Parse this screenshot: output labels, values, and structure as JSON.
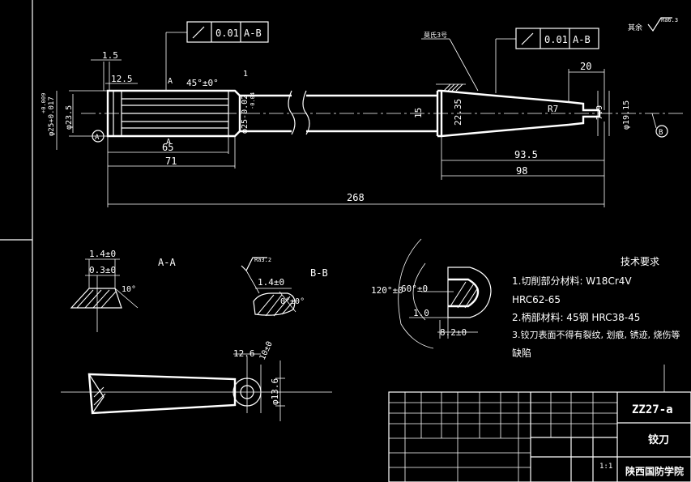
{
  "tolerance_frames": [
    {
      "value": "0.01",
      "datum": "A-B"
    },
    {
      "value": "0.01",
      "datum": "A-B"
    }
  ],
  "roughness": {
    "label": "Ra6.3",
    "prefix": "其余"
  },
  "roughness_bb": "Ra3.2",
  "main_view": {
    "dim_1_5": "1.5",
    "dim_12_5": "12.5",
    "dim_45": "45°±0°",
    "dim_1": "1",
    "dim_A": "A",
    "dim_65": "65",
    "dim_71": "71",
    "dim_268": "268",
    "dim_phi25_lower": "φ25+0.017\n+0.009",
    "dim_phi25_lower_a": "φ25+0.017",
    "dim_phi25_lower_b": "+0.009",
    "dim_23_5": "φ23.5",
    "dim_phi25_right": "φ25-0.02",
    "dim_phi25_right_b": "-0.04",
    "dim_15": "15",
    "dim_22_35": "22.35",
    "dim_morse": "莫氏3号",
    "dim_20": "20",
    "dim_R7": "R7",
    "dim_7_9": "7.9",
    "dim_19_15": "φ19.15",
    "dim_93_5": "93.5",
    "dim_98": "98",
    "datum_A": "A",
    "datum_B": "B"
  },
  "section_aa": {
    "title": "A-A",
    "dim_1_4": "1.4±0",
    "dim_0_3": "0.3±0",
    "dim_10": "10°"
  },
  "section_bb": {
    "title": "B-B",
    "dim_1_4": "1.4±0",
    "dim_0": "0°±0°"
  },
  "section_c": {
    "dim_120": "120°±0",
    "dim_60": "60°±0",
    "dim_1_0": "1.0",
    "dim_8_2": "8.2±0"
  },
  "section_d": {
    "dim_12_6": "12.6",
    "dim_10": "10±0",
    "dim_13_6": "φ13.6"
  },
  "tech_req": {
    "title": "技术要求",
    "lines": [
      "1.切削部分材料: W18Cr4V",
      "HRC62-65",
      "2.柄部材料: 45钢    HRC38-45",
      "3.铰刀表面不得有裂纹, 划痕, 锈迹, 烧伤等",
      "缺陷"
    ]
  },
  "title_block": {
    "drawing_no": "ZZ27-a",
    "part_name": "铰刀",
    "school": "陕西国防学院",
    "scale": "1:1"
  }
}
